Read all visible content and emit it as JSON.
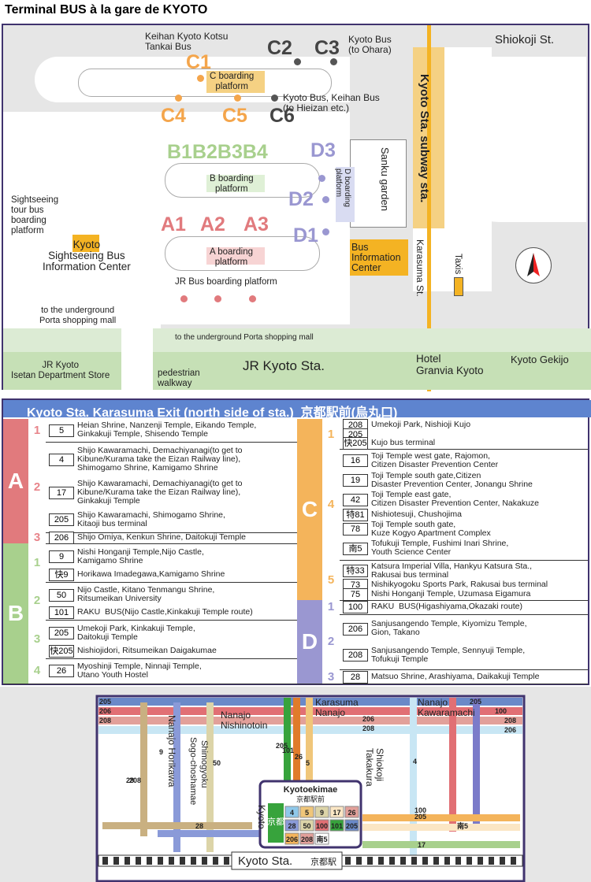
{
  "page_title": "Terminal BUS à la gare de KYOTO",
  "map": {
    "operators": {
      "c1_operator": "Keihan Kyoto Kotsu\nTankai Bus",
      "c2c3_operator": "Kyoto Bus\n(to Ohara)",
      "c6_operator": "Kyoto Bus, Keihan Bus\n(to Hieizan etc.)"
    },
    "stops": {
      "c1": "C1",
      "c2": "C2",
      "c3": "C3",
      "c4": "C4",
      "c5": "C5",
      "c6": "C6",
      "b_row": "B1B2B3B4",
      "d1": "D1",
      "d2": "D2",
      "d3": "D3",
      "a1": "A1",
      "a2": "A2",
      "a3": "A3"
    },
    "platforms": {
      "c": "C boarding\nplatform",
      "b": "B boarding\nplatform",
      "d": "D boarding\nplatform",
      "a": "A boarding\nplatform",
      "jr": "JR Bus boarding platform"
    },
    "places": {
      "shiokoji": "Shiokoji St.",
      "subway": "Kyoto Sta. subway sta.",
      "sanku": "Sanku garden",
      "karasuma_st": "Karasuma St.",
      "taxis": "Taxis",
      "sightseeing_tour": "Sightseeing\ntour bus\nboarding\nplatform",
      "sightseeing_center": "Kyoto\nSightseeing Bus\nInformation Center",
      "bus_info": "Bus\nInformation\nCenter",
      "underground_left": "to the underground\nPorta shopping mall",
      "underground_bottom": "to the underground Porta shopping mall",
      "jr_isetan": "JR Kyoto\nIsetan Department Store",
      "pedestrian": "pedestrian\nwalkway",
      "jr_kyoto_sta": "JR Kyoto Sta.",
      "hotel": "Hotel\nGranvia Kyoto",
      "gekijo": "Kyoto Gekijo"
    }
  },
  "table": {
    "header": "Kyoto Sta. Karasuma Exit (north side of sta.)  京都駅前(烏丸口)",
    "groups": {
      "A": [
        {
          "n": "1",
          "routes": [
            {
              "r": "5",
              "t": "Heian Shrine, Nanzenji Temple, Eikando Temple,\nGinkakuji Temple, Shisendo Temple"
            }
          ]
        },
        {
          "n": "2",
          "routes": [
            {
              "r": "4",
              "t": "Shijo Kawaramachi, Demachiyanagi(to get to\nKibune/Kurama take the Eizan Railway line),\nShimogamo Shrine, Kamigamo Shrine"
            },
            {
              "r": "17",
              "t": "Shijo Kawaramachi, Demachiyanagi(to get to\nKibune/Kurama take the Eizan Railway line),\nGinkakuji Temple"
            },
            {
              "r": "205",
              "t": "Shijo Kawaramachi, Shimogamo Shrine,\nKitaoji bus terminal"
            }
          ]
        },
        {
          "n": "3",
          "routes": [
            {
              "r": "206",
              "t": "Shijo Omiya, Kenkun Shrine, Daitokuji Temple"
            }
          ]
        }
      ],
      "B": [
        {
          "n": "1",
          "routes": [
            {
              "r": "9",
              "t": "Nishi Honganji Temple,Nijo Castle,\nKamigamo Shrine"
            },
            {
              "r": "快9",
              "t": "Horikawa Imadegawa,Kamigamo Shrine"
            }
          ]
        },
        {
          "n": "2",
          "routes": [
            {
              "r": "50",
              "t": "Nijo Castle, Kitano Tenmangu Shrine,\nRitsumeikan University"
            },
            {
              "r": "101",
              "t": "RAKU  BUS(Nijo Castle,Kinkakuji Temple route)"
            }
          ]
        },
        {
          "n": "3",
          "routes": [
            {
              "r": "205",
              "t": "Umekoji Park, Kinkakuji Temple,\nDaitokuji Temple"
            },
            {
              "r": "快205",
              "t": "Nishiojidori, Ritsumeikan Daigakumae"
            }
          ]
        },
        {
          "n": "4",
          "routes": [
            {
              "r": "26",
              "t": "Myoshinji Temple, Ninnaji Temple,\nUtano Youth Hostel"
            }
          ]
        }
      ],
      "C": [
        {
          "n": "1",
          "routes": [
            {
              "r": "208",
              "t": "Umekoji Park, Nishioji Kujo"
            },
            {
              "r": "205",
              "t": ""
            },
            {
              "r": "快205",
              "t": "Kujo bus terminal"
            }
          ]
        },
        {
          "n": "4",
          "routes": [
            {
              "r": "16",
              "t": "Toji Temple west gate, Rajomon,\nCitizen Disaster Prevention Center"
            },
            {
              "r": "19",
              "t": "Toji Temple south gate,Citizen\nDisaster Prevention Center, Jonangu Shrine"
            },
            {
              "r": "42",
              "t": "Toji Temple east gate,\nCitizen Disaster Prevention Center, Nakakuze"
            },
            {
              "r": "特81",
              "t": "Nishiotesuji, Chushojima"
            },
            {
              "r": "78",
              "t": "Toji Temple south gate,\nKuze Kogyo Apartment Complex"
            },
            {
              "r": "南5",
              "t": "Tofukuji Temple, Fushimi Inari Shrine,\nYouth Science Center"
            }
          ]
        },
        {
          "n": "5",
          "routes": [
            {
              "r": "特33",
              "t": "Katsura Imperial Villa, Hankyu Katsura Sta.,\nRakusai bus terminal"
            },
            {
              "r": "73",
              "t": "Nishikyogoku Sports Park, Rakusai bus terminal"
            },
            {
              "r": "75",
              "t": "Nishi Honganji Temple, Uzumasa Eigamura"
            }
          ]
        }
      ],
      "D": [
        {
          "n": "1",
          "routes": [
            {
              "r": "100",
              "t": "RAKU  BUS(Higashiyama,Okazaki route)"
            }
          ]
        },
        {
          "n": "2",
          "routes": [
            {
              "r": "206",
              "t": "Sanjusangendo Temple, Kiyomizu Temple,\nGion, Takano"
            },
            {
              "r": "208",
              "t": "Sanjusangendo Temple, Sennyuji Temple,\nTofukuji Temple"
            }
          ]
        },
        {
          "n": "3",
          "routes": [
            {
              "r": "28",
              "t": "Matsuo Shrine, Arashiyama, Daikakuji Temple"
            }
          ]
        }
      ]
    }
  },
  "routemap": {
    "streets": {
      "karasuma_nanajo": "Karasuma\nNanajo",
      "nanajo_kawaramachi": "Nanajo\nKawaramachi",
      "nanajo_nishinotoin": "Nanajo\nNishinotoin",
      "nanajo_horikawa": "Nanajo Horikawa",
      "sogo_chosha": "Shimogyoku\nSogo-choshamae",
      "shiokoji_takakura": "Shiokoji\nTakakura",
      "kyoto_v": "Kyoto",
      "kyoto_sta": "Kyoto Sta.",
      "kyoto_sta_jp": "京都駅"
    },
    "center": {
      "title": "Kyotoekimae",
      "title_jp": "京都駅前",
      "badge": "京都",
      "routes": [
        "4",
        "5",
        "9",
        "17",
        "26",
        "28",
        "50",
        "100",
        "101",
        "205",
        "206",
        "208",
        "南5"
      ]
    },
    "line_labels": [
      "205",
      "206",
      "208",
      "100",
      "206",
      "208",
      "9",
      "50",
      "28",
      "101",
      "26",
      "5",
      "205",
      "205",
      "4",
      "100",
      "205",
      "28",
      "南5",
      "17",
      "208",
      "208",
      "206"
    ]
  }
}
